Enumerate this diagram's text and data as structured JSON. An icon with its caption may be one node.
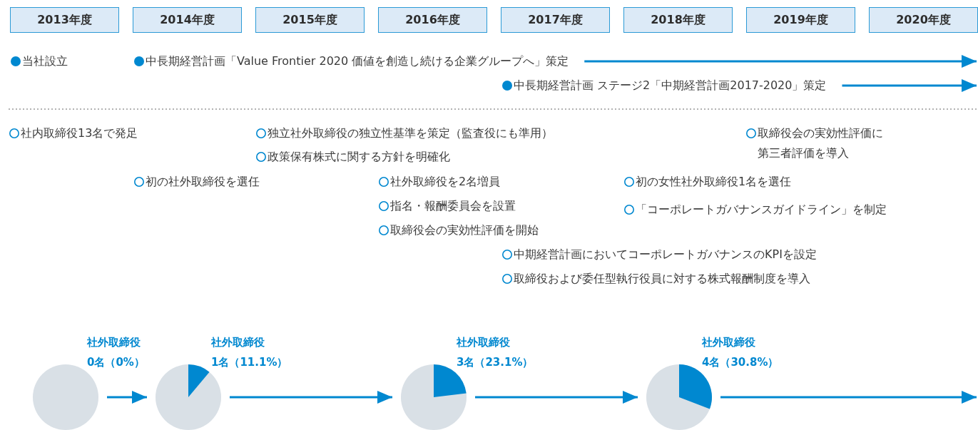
{
  "diagram": {
    "nodes": [
      {
        "text": [
          "2013年度"
        ]
      },
      {
        "text": [
          "2014年度"
        ]
      },
      {
        "text": [
          "2015年度"
        ]
      },
      {
        "text": [
          "2016年度"
        ]
      },
      {
        "text": [
          "2017年度"
        ]
      },
      {
        "text": [
          "2018年度"
        ]
      },
      {
        "text": [
          "2019年度"
        ]
      },
      {
        "text": [
          "2020年度"
        ]
      },
      {
        "text": [],
        "shape": "circle",
        "beside": [
          "社外取締役 0名（0%）"
        ]
      },
      {
        "text": [],
        "shape": "circle",
        "beside": [
          "社外取締役 1名（11.1%）"
        ]
      },
      {
        "text": [],
        "shape": "circle",
        "beside": [
          "社外取締役 3名（23.1%）"
        ]
      },
      {
        "text": [],
        "shape": "circle",
        "beside": [
          "社外取締役 4名（30.8%）"
        ]
      },
      {
        "text": [
          "中長期経営計画「Value Frontier 2020 価値を創造し続ける企業グループへ」策定"
        ]
      },
      {
        "text": [
          "中長期経営計画 ステージ2「中期経営計画2017-2020」策定"
        ]
      }
    ],
    "edges": [
      {
        "from": 8,
        "to": 9,
        "arrow": "to"
      },
      {
        "from": 9,
        "to": 10,
        "arrow": "to"
      },
      {
        "from": 10,
        "to": 11,
        "arrow": "to"
      },
      {
        "from": 11,
        "to": null,
        "arrow": "to"
      },
      {
        "from": 12,
        "to": null,
        "arrow": "to"
      },
      {
        "from": 13,
        "to": null,
        "arrow": "to"
      }
    ],
    "labels": [
      "当社設立",
      "社内取締役13名で発足",
      "独立社外取締役の独立性基準を策定（監査役にも準用）",
      "取締役会の実効性評価に第三者評価を導入",
      "政策保有株式に関する方針を明確化",
      "初の社外取締役を選任",
      "社外取締役を2名増員",
      "初の女性社外取締役1名を選任",
      "指名・報酬委員会を設置",
      "「コーポレートガバナンスガイドライン」を制定",
      "取締役会の実効性評価を開始",
      "中期経営計画においてコーポレートガバナンスのKPIを設定",
      "取締役および委任型執行役員に対する株式報酬制度を導入"
    ]
  }
}
